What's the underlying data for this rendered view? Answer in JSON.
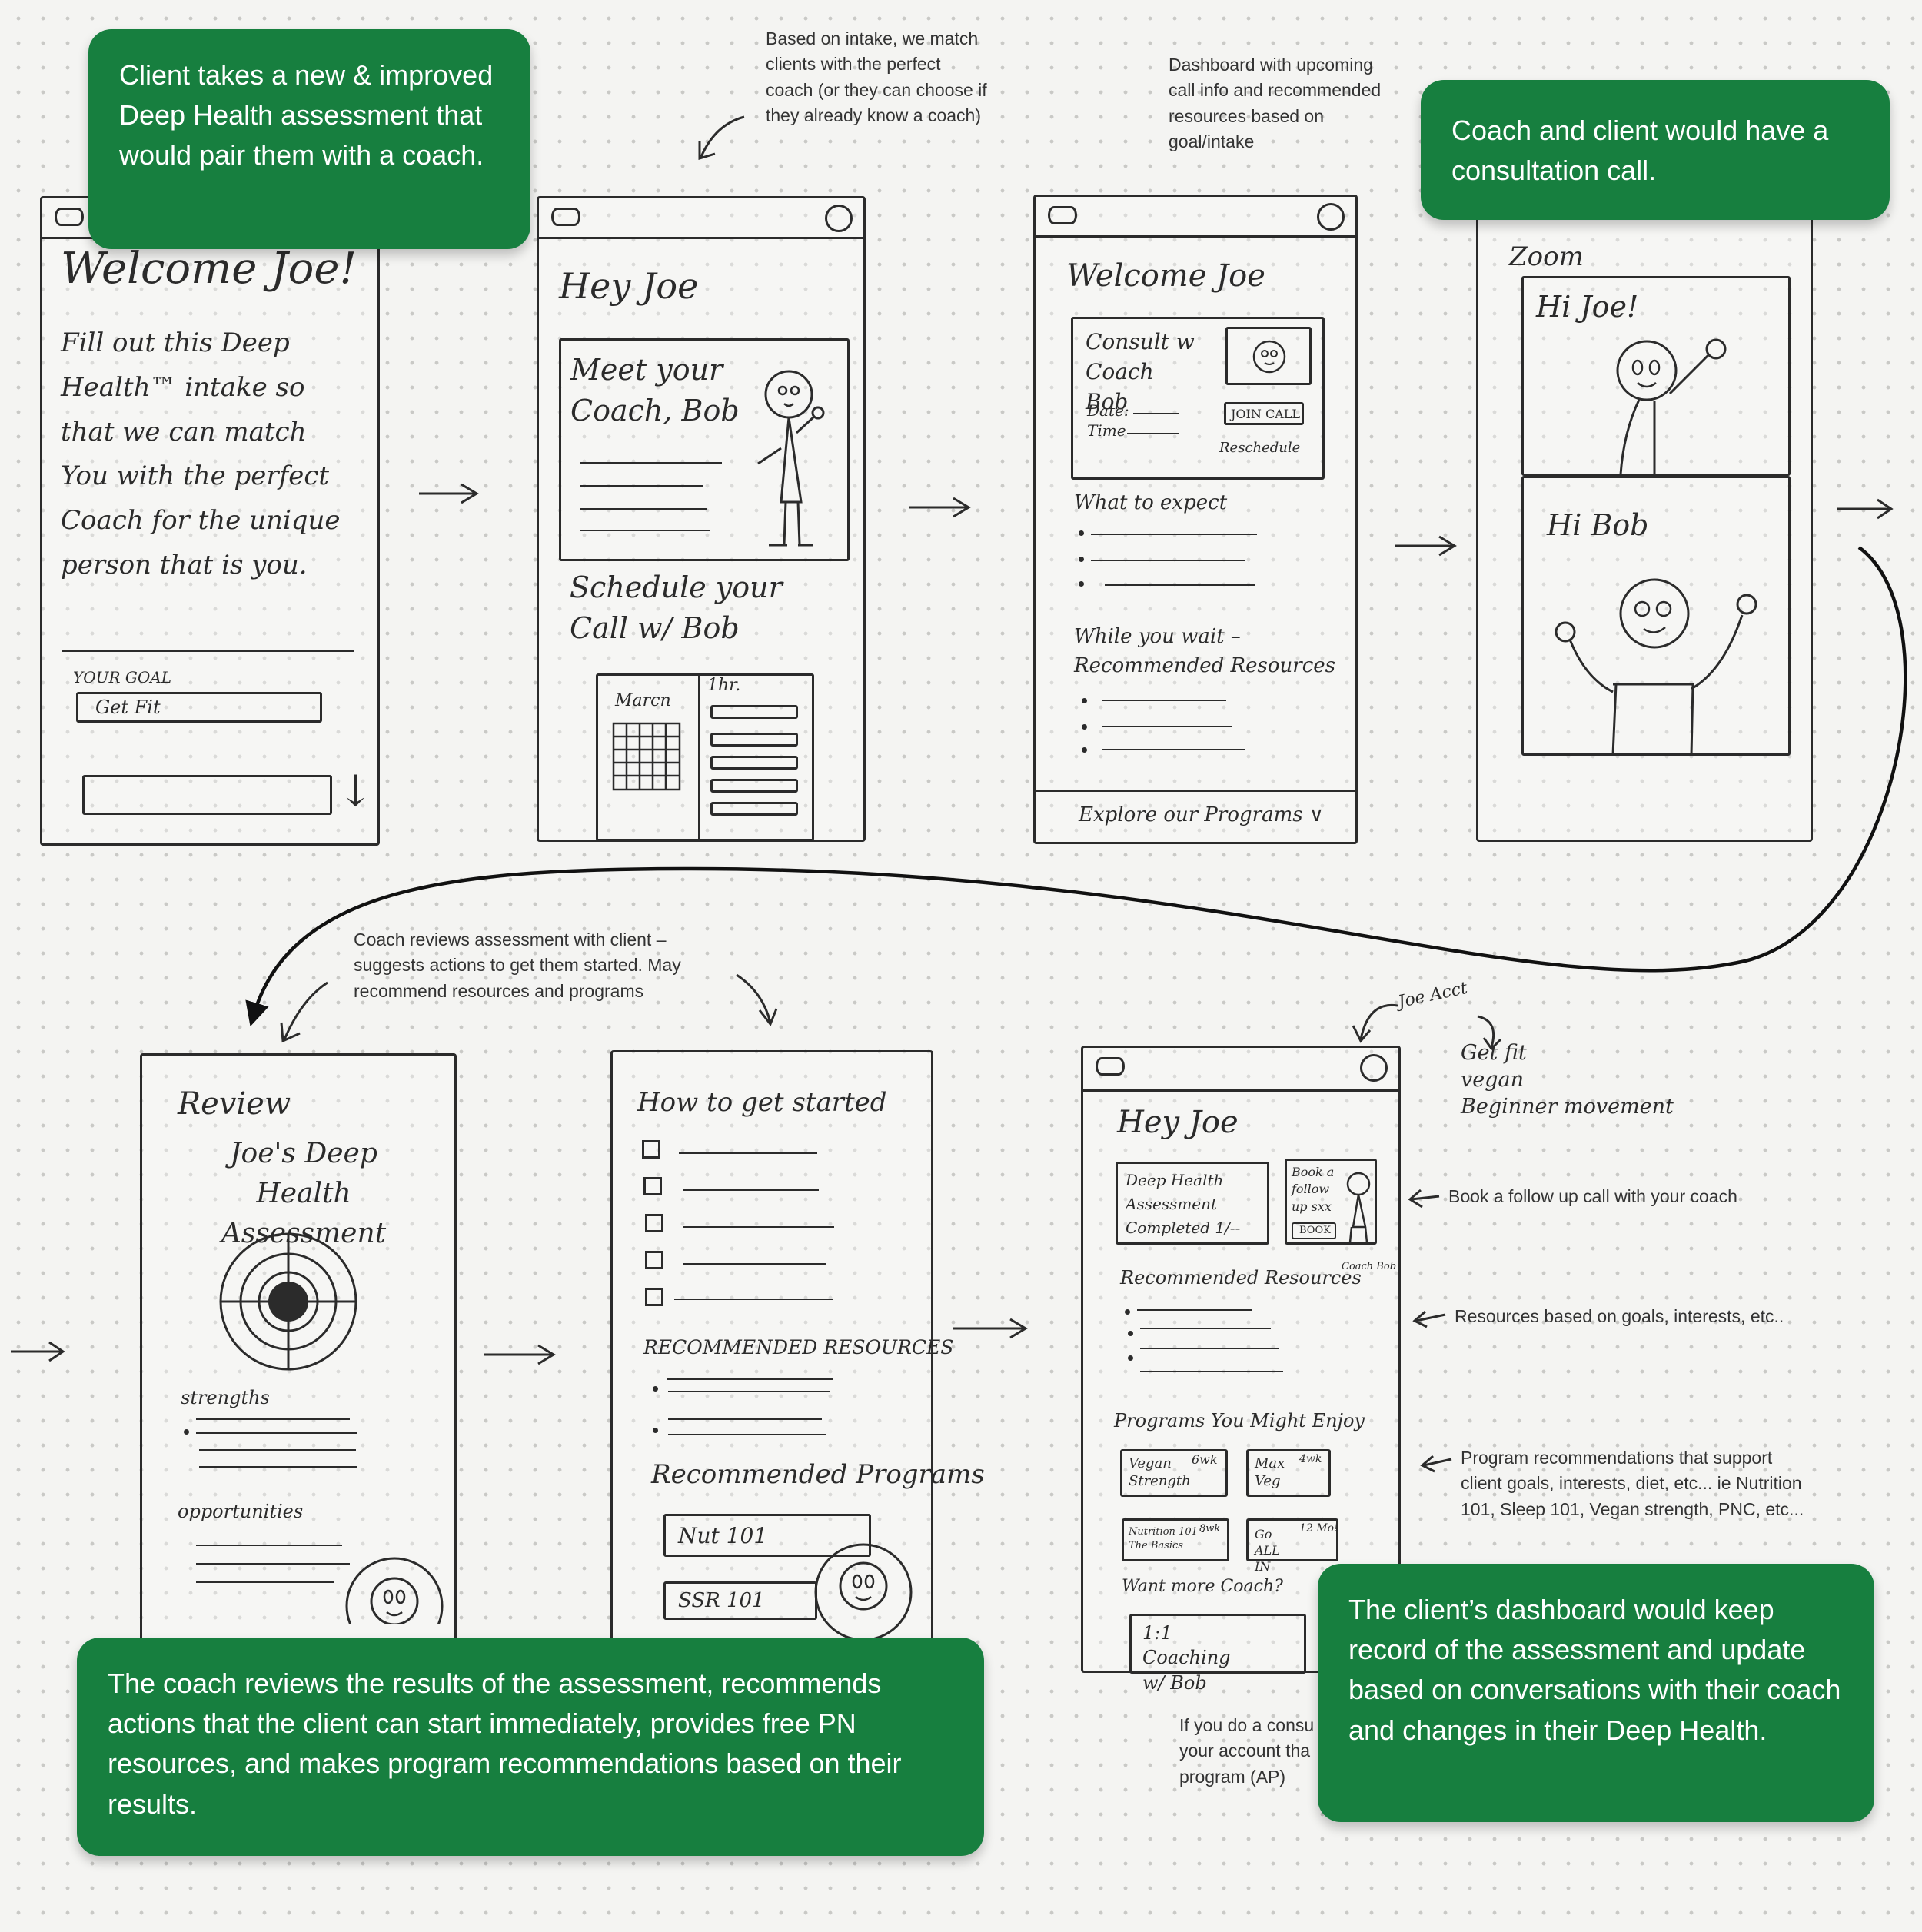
{
  "callouts": {
    "step1": "Client takes a new & improved Deep Health assessment that would pair them with a coach.",
    "step4": "Coach and client would have a consultation call.",
    "step5": "The coach reviews the results of the assessment, recommends actions that the client can start immediately, provides free PN resources, and makes program recommendations based on their results.",
    "step6": "The client’s dashboard would keep record of the assessment and update based on conversations with their coach and changes in their Deep Health."
  },
  "notes": {
    "match": "Based on intake, we match clients with the perfect coach (or they can choose if they already know a coach)",
    "dashboard": "Dashboard with upcoming call info and recommended resources based on goal/intake",
    "review": "Coach reviews assessment with client – suggests actions to get them started. May recommend resources and programs",
    "followup": "Book a follow up call with your coach",
    "resources": "Resources based on goals, interests, etc..",
    "programs": "Program recommendations that support client goals, interests, diet, etc... ie Nutrition 101, Sleep 101, Vegan strength, PNC, etc...",
    "consult": "If you do a consu your account tha program (AP)"
  },
  "screen1": {
    "title": "Welcome Joe!",
    "body": "Fill out this Deep Health™ intake so that we can match You with the perfect Coach for the unique person that is you.",
    "goal_label": "YOUR GOAL",
    "goal_value": "Get Fit"
  },
  "screen2": {
    "title": "Hey Joe",
    "meet": "Meet your Coach, Bob",
    "schedule": "Schedule your Call w/ Bob",
    "month": "Marcn",
    "hour": "1hr."
  },
  "screen3": {
    "title": "Welcome Joe",
    "consult": "Consult w Coach Bob",
    "date": "Date:",
    "time": "Time",
    "join": "JOIN CALL",
    "reschedule": "Reschedule",
    "expect": "What to expect",
    "while": "While you wait – Recommended Resources",
    "explore": "Explore our Programs ∨"
  },
  "screen4": {
    "app": "Zoom",
    "joe_says": "Hi Joe!",
    "bob_says": "Hi Bob"
  },
  "screen5": {
    "title": "Review",
    "subtitle": "Joe's Deep Health Assessment",
    "strengths": "strengths",
    "opportunities": "opportunities"
  },
  "screen6": {
    "title": "How to get started",
    "resources": "RECOMMENDED RESOURCES",
    "programs": "Recommended Programs",
    "prog1": "Nut 101",
    "prog2": "SSR 101"
  },
  "screen7": {
    "title": "Hey Joe",
    "assessment": "Deep Health Assessment Completed 1/--",
    "followup": "Book a follow up sxx",
    "book": "BOOK",
    "coach_tag": "Coach Bob",
    "resources": "Recommended Resources",
    "programs": "Programs You Might Enjoy",
    "p1": "Vegan Strength",
    "p1_tag": "6wk",
    "p2": "Max Veg",
    "p2_tag": "4wk",
    "p3": "Nutrition 101 - The Basics",
    "p3_tag": "8wk",
    "p4": "Go ALL IN",
    "p4_tag": "12 Mo!",
    "more": "Want more Coach?",
    "coaching": "1:1 Coaching w/ Bob"
  },
  "account": {
    "label": "Joe Acct",
    "items": [
      "Get fit",
      "vegan",
      "Beginner movement"
    ]
  },
  "colors": {
    "callout_bg": "#177f3f",
    "callout_text": "#ffffff",
    "ink": "#2b2b2b"
  }
}
